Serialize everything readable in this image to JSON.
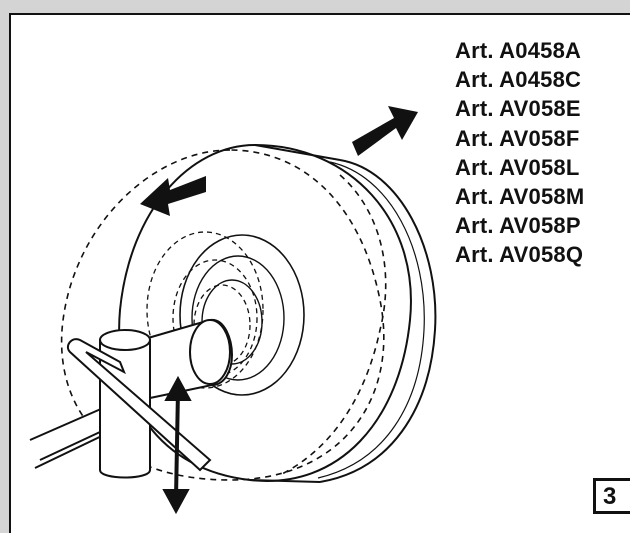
{
  "articles": [
    "Art. A0458A",
    "Art. A0458C",
    "Art. AV058E",
    "Art. AV058F",
    "Art. AV058L",
    "Art. AV058M",
    "Art. AV058P",
    "Art. AV058Q"
  ],
  "figure_number": "3",
  "colors": {
    "line": "#111111",
    "background": "#d4d4d4",
    "panel": "#ffffff"
  }
}
